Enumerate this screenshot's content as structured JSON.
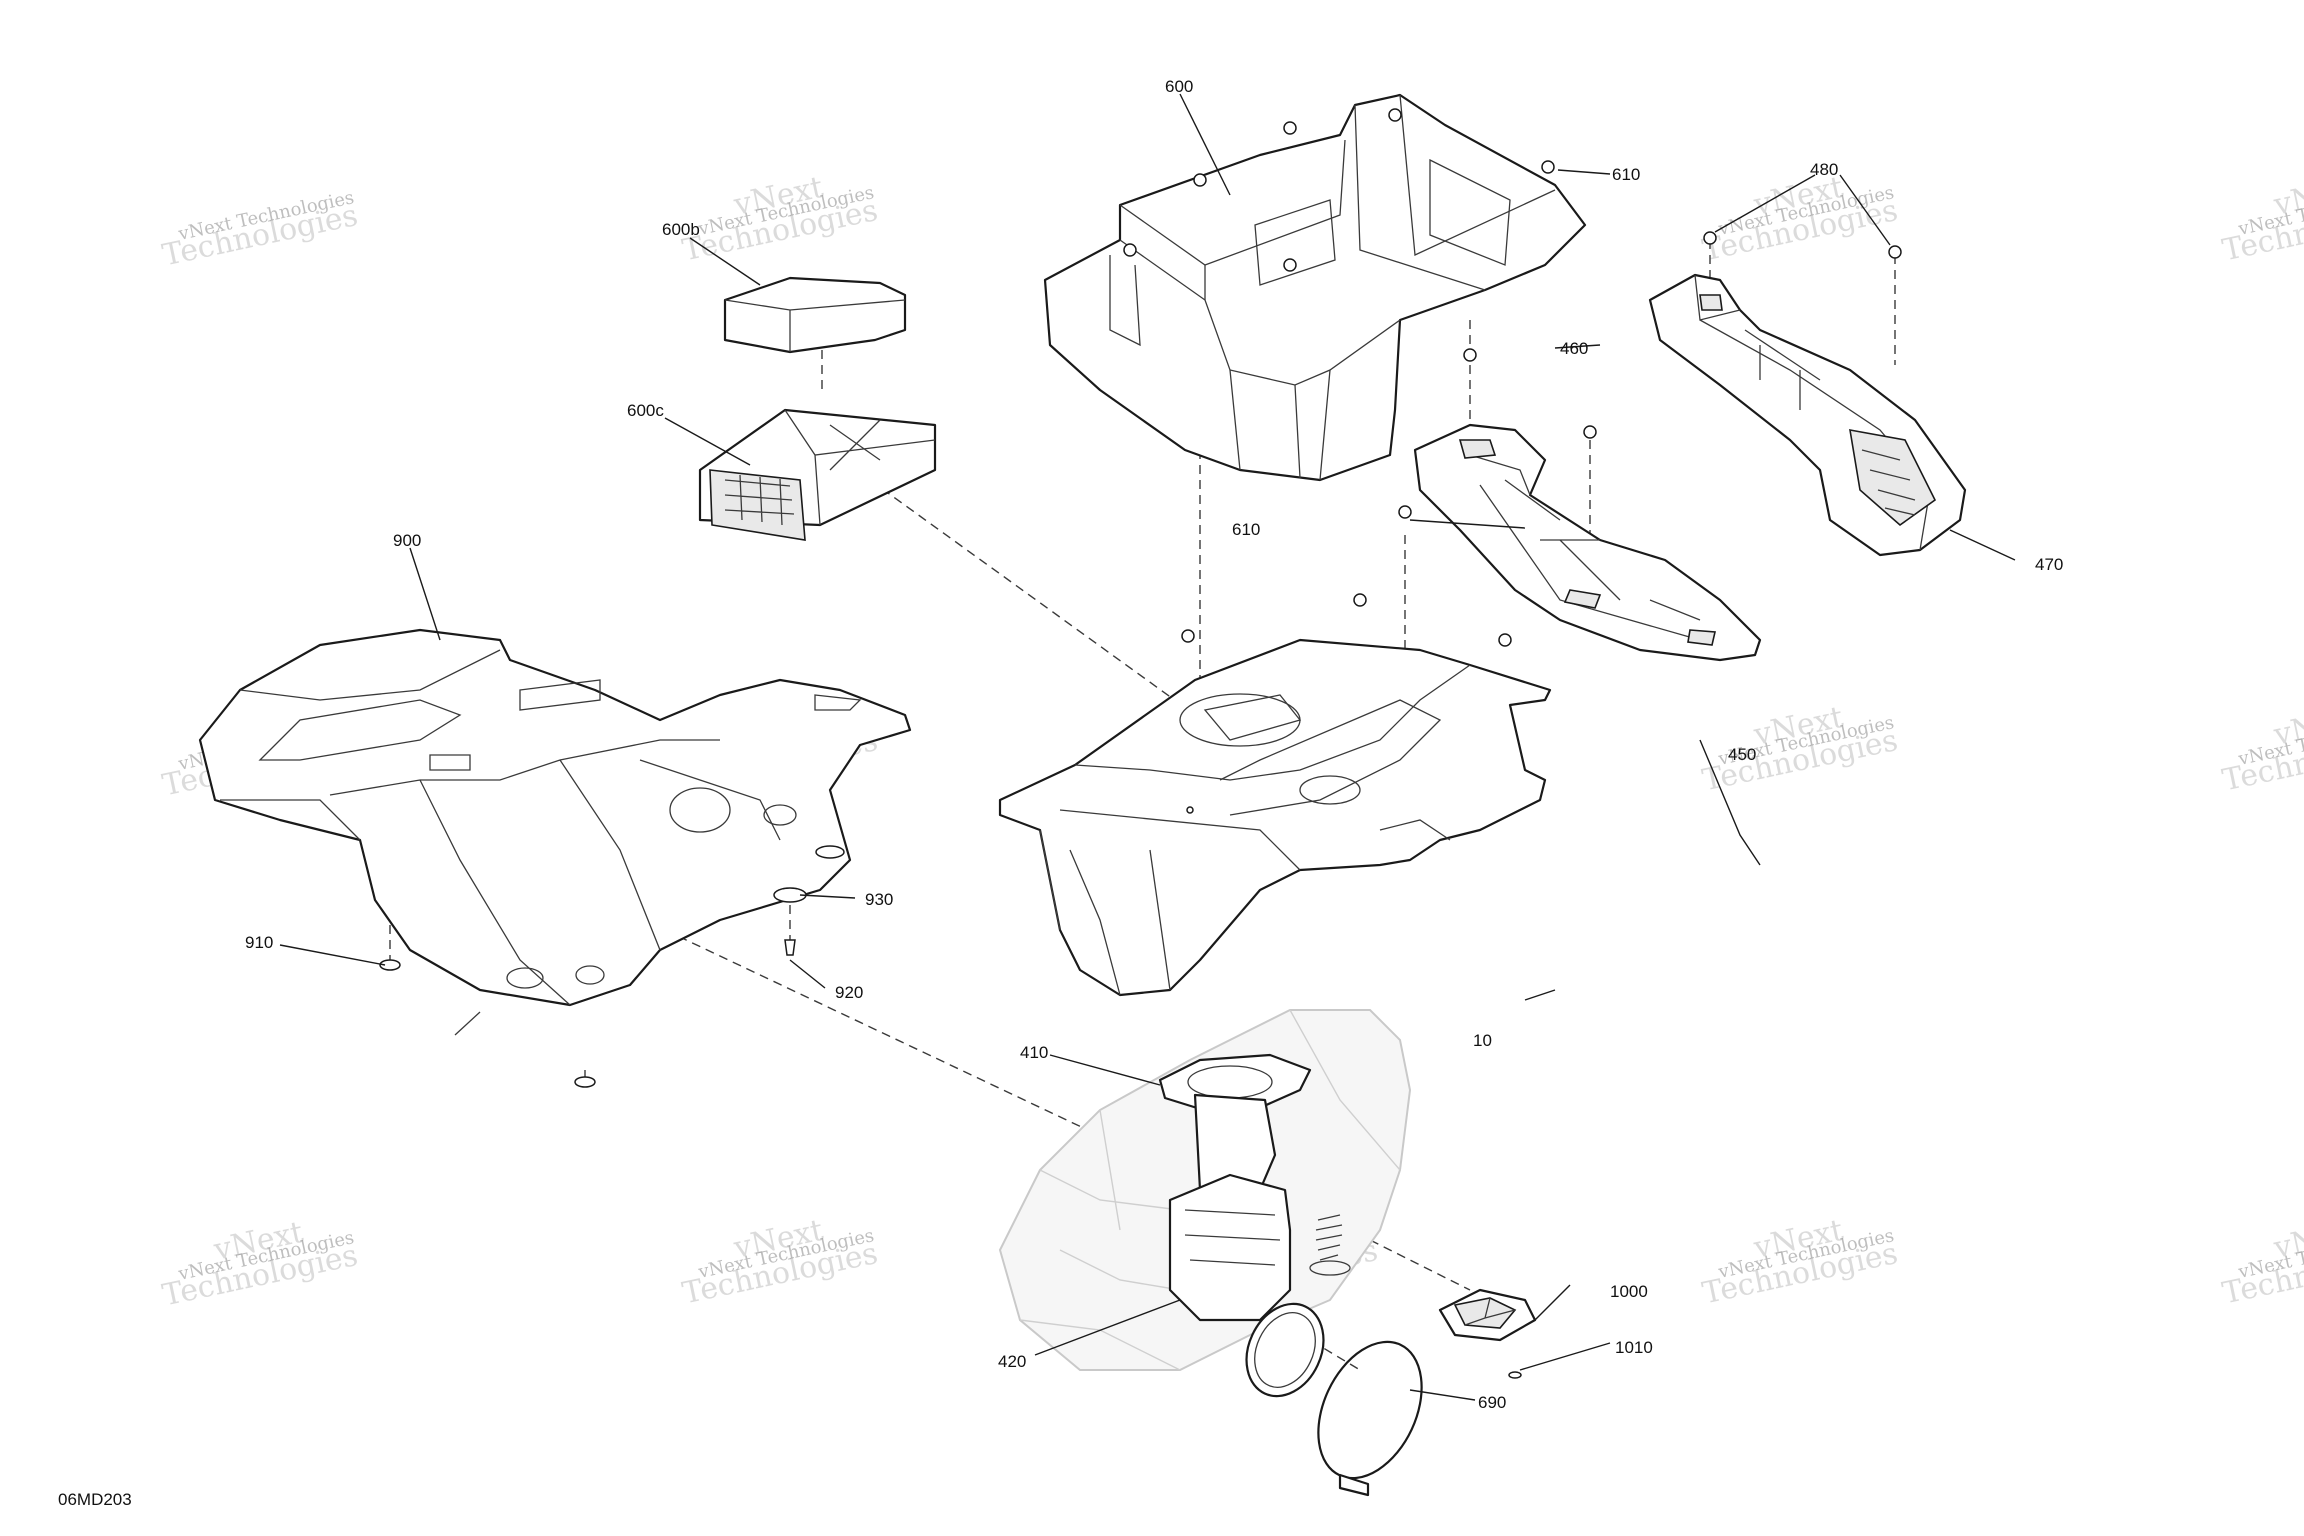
{
  "diagram": {
    "code": "06MD203",
    "callouts": [
      {
        "id": "c600",
        "label": "600"
      },
      {
        "id": "c600b",
        "label": "600b"
      },
      {
        "id": "c600c",
        "label": "600c"
      },
      {
        "id": "c610a",
        "label": "610"
      },
      {
        "id": "c480",
        "label": "480"
      },
      {
        "id": "c460",
        "label": "460"
      },
      {
        "id": "c610b",
        "label": "610"
      },
      {
        "id": "c470",
        "label": "470"
      },
      {
        "id": "c900",
        "label": "900"
      },
      {
        "id": "c930",
        "label": "930"
      },
      {
        "id": "c910",
        "label": "910"
      },
      {
        "id": "c920",
        "label": "920"
      },
      {
        "id": "c450",
        "label": "450"
      },
      {
        "id": "c10",
        "label": "10"
      },
      {
        "id": "c410",
        "label": "410"
      },
      {
        "id": "c1000",
        "label": "1000"
      },
      {
        "id": "c1010",
        "label": "1010"
      },
      {
        "id": "c420",
        "label": "420"
      },
      {
        "id": "c690",
        "label": "690"
      }
    ]
  },
  "watermark": {
    "line1": "vNext Technologies",
    "line2": "Technologies",
    "line3": "vNext"
  }
}
